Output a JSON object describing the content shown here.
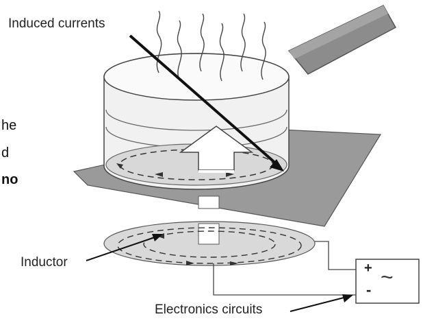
{
  "labels": {
    "induced_currents": "Induced currents",
    "inductor": "Inductor",
    "electronics_circuits": "Electronics circuits"
  },
  "side_text_fragments": [
    "he",
    "d",
    "no"
  ],
  "source_symbols": {
    "plus": "+",
    "minus": "-",
    "ac": "~"
  }
}
